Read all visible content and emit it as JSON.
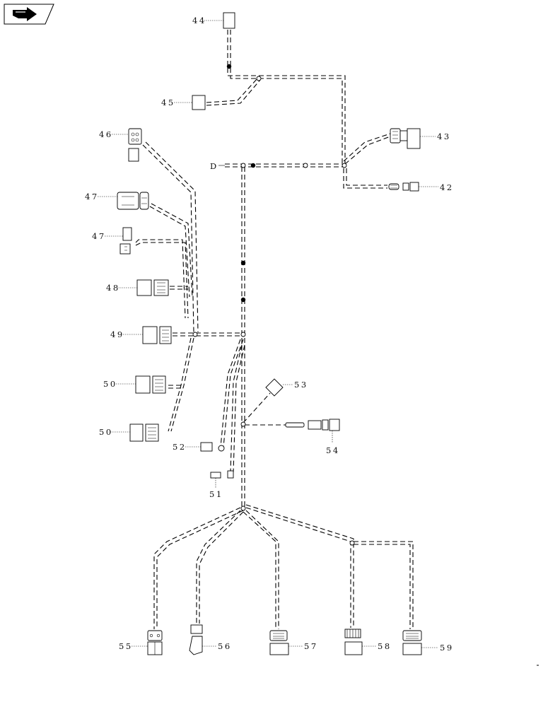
{
  "nav_icon": "forward-arrow-icon",
  "callouts": {
    "c42": "42",
    "c43": "43",
    "c44": "44",
    "c45": "45",
    "c46": "46",
    "c47a": "47",
    "c47b": "47",
    "c48": "48",
    "c49": "49",
    "c50a": "50",
    "c50b": "50",
    "c51": "51",
    "c52": "52",
    "c53": "53",
    "c54": "54",
    "c55": "55",
    "c56": "56",
    "c57": "57",
    "c58": "58",
    "c59": "59"
  },
  "ground_marker": "D"
}
